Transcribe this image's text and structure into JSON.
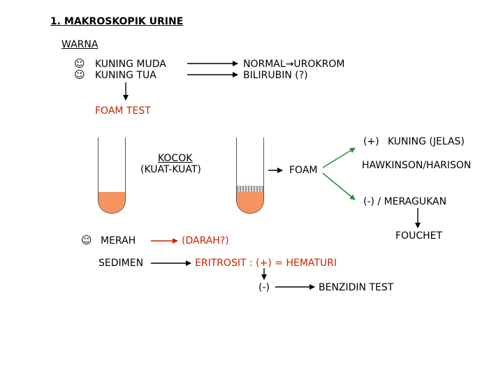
{
  "title": "1. MAKROSKOPIK URINE",
  "warna": {
    "heading": "WARNA",
    "smiley": "☺",
    "items": [
      {
        "label": "KUNING MUDA",
        "result": "NORMAL",
        "result_arrow": "→",
        "result_tail": "UROKROM"
      },
      {
        "label": "KUNING TUA",
        "result": "BILIRUBIN (?)"
      }
    ]
  },
  "foam_test": {
    "label": "FOAM TEST",
    "kocok": "KOCOK",
    "kocok_sub": "(KUAT-KUAT)",
    "foam": "FOAM",
    "positive": "(+)",
    "positive_result": "KUNING (JELAS)",
    "test_name": "HAWKINSON/HARISON",
    "negative": "(-) / MERAGUKAN",
    "negative_test": "FOUCHET"
  },
  "merah": {
    "label": "MERAH",
    "result": "(DARAH?)"
  },
  "sedimen": {
    "label": "SEDIMEN",
    "result": "ERITROSIT : (+) = HEMATURI",
    "negative": "(-)",
    "negative_test": "BENZIDIN TEST"
  },
  "colors": {
    "accent_red": "#cc2200",
    "urine_orange": "#f6935f"
  }
}
